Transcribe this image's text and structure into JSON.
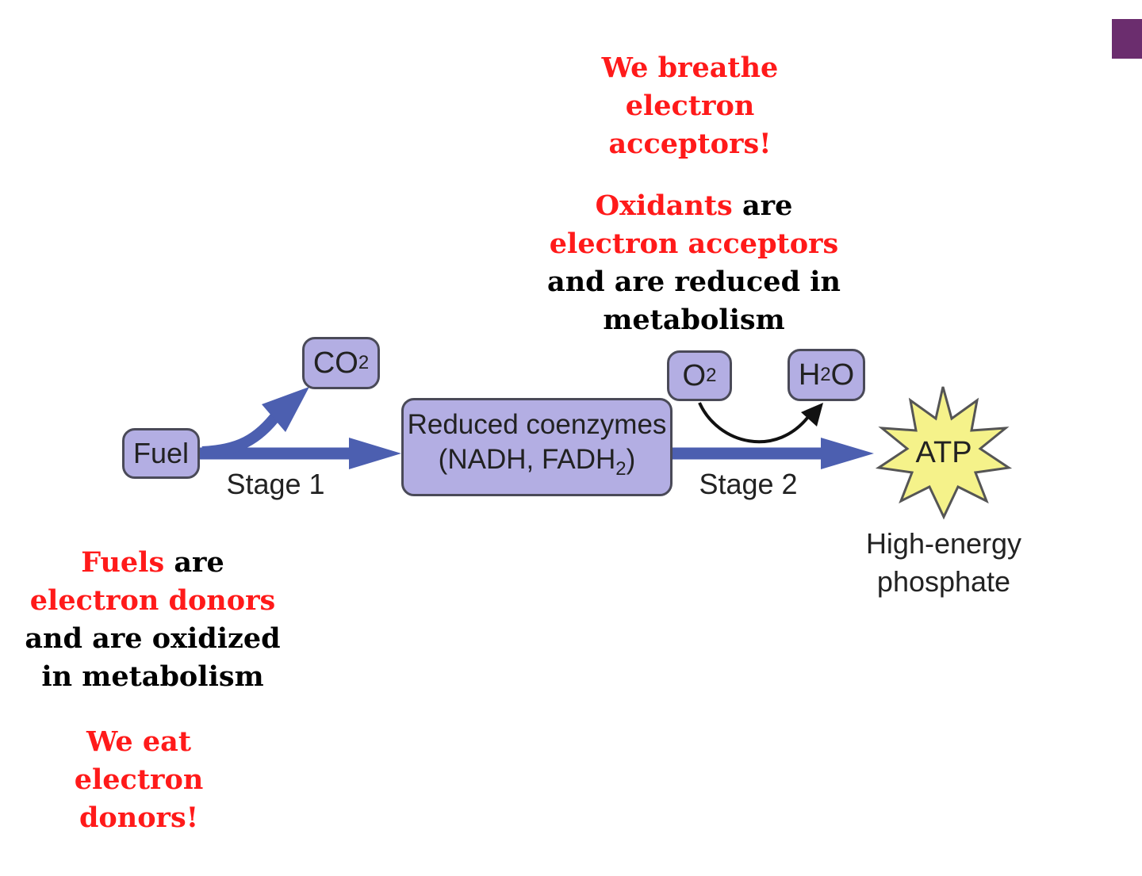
{
  "notes": {
    "breathe": [
      "We breathe",
      "electron",
      "acceptors!"
    ],
    "oxidants": {
      "line1_red": "Oxidants",
      "line1_black": " are",
      "line2": "electron acceptors",
      "line3": "and are reduced in",
      "line4": "metabolism"
    },
    "fuels": {
      "line1_red": "Fuels",
      "line1_black": " are",
      "line2": "electron donors",
      "line3": "and are oxidized",
      "line4": "in metabolism"
    },
    "eat": [
      "We eat",
      "electron",
      "donors!"
    ]
  },
  "diagram": {
    "fuel": "Fuel",
    "co2": {
      "main": "CO",
      "sub": "2"
    },
    "coenzymes": {
      "line1": "Reduced coenzymes",
      "line2_a": "(NADH, FADH",
      "line2_sub": "2",
      "line2_b": ")"
    },
    "o2": {
      "main": "O",
      "sub": "2"
    },
    "h2o": {
      "a": "H",
      "sub": "2",
      "b": "O"
    },
    "atp": "ATP",
    "stage1": "Stage 1",
    "stage2": "Stage 2",
    "atp_caption": [
      "High-energy",
      "phosphate"
    ]
  },
  "colors": {
    "red": "#ff1a1a",
    "box_fill": "#b3aee3",
    "arrow": "#4c5fb0",
    "star": "#f5f28a",
    "corner": "#6b2d6e"
  }
}
